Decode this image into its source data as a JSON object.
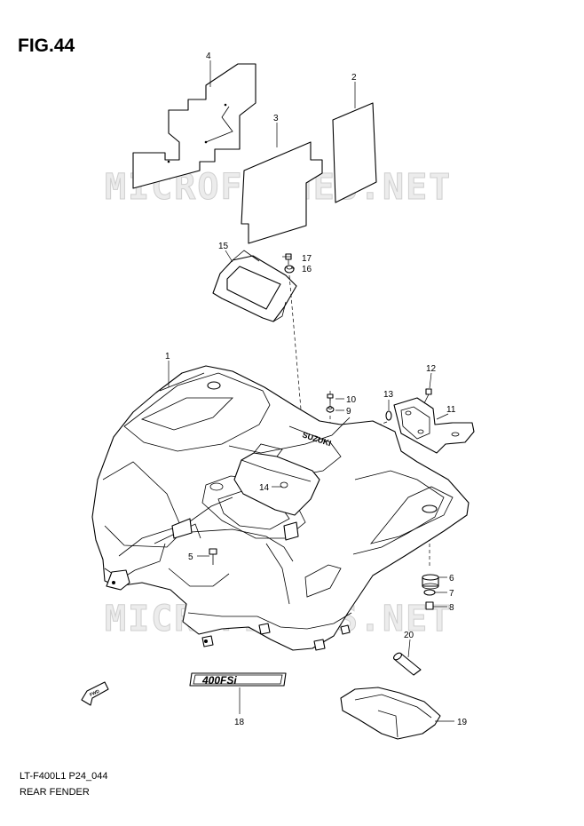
{
  "figure": {
    "title": "FIG.44",
    "code": "LT-F400L1 P24_044",
    "name": "REAR FENDER"
  },
  "watermark": "MICROFICHES.NET",
  "emblem_text": "400FSi",
  "fender_logo": "SUZUKI",
  "fwd_label": "FWD",
  "callouts": [
    "1",
    "2",
    "3",
    "4",
    "5",
    "6",
    "7",
    "8",
    "9",
    "10",
    "11",
    "12",
    "13",
    "14",
    "15",
    "16",
    "17",
    "18",
    "19",
    "20"
  ]
}
